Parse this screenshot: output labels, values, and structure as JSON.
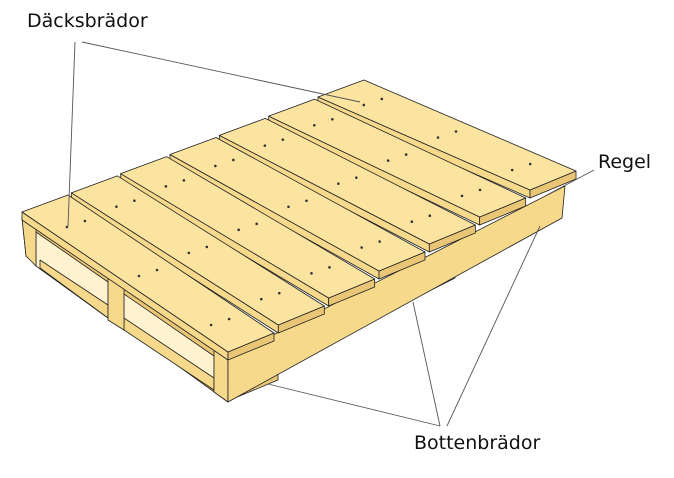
{
  "labels": {
    "deck_boards": "Däcksbrädor",
    "stringer": "Regel",
    "bottom_boards": "Bottenbrädor"
  },
  "colors": {
    "wood_top": "#fbe3a0",
    "wood_side": "#f7d98c",
    "wood_dark": "#e9c676",
    "outline": "#222222",
    "leader": "#555555"
  },
  "deck_board_count": 7
}
